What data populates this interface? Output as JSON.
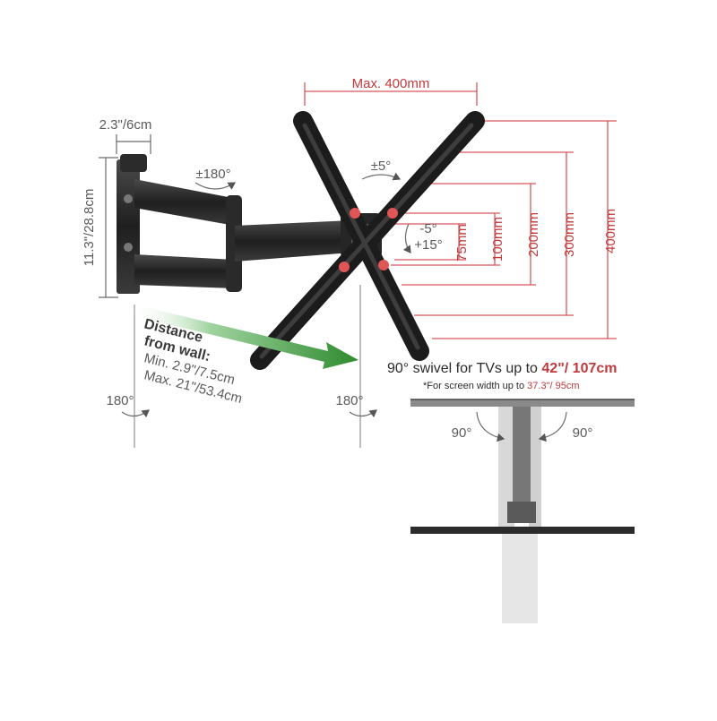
{
  "colors": {
    "red_dim": "#d8585a",
    "red_text": "#c0393b",
    "arrow_green": "#2e8b2e",
    "bracket_dark": "#2b2b2b"
  },
  "icons": [
    "rotate-arrow-icon",
    "green-direction-arrow-icon"
  ],
  "labels": {
    "max_width": "Max. 400mm",
    "plate_width": "2.3\"/6cm",
    "plate_height": "11.3\"/28.8cm",
    "swivel_arm": "±180°",
    "rotate": "±5°",
    "tilt_down": "-5°",
    "tilt_up": "+15°",
    "vesa_75": "75mm",
    "vesa_100": "100mm",
    "vesa_200": "200mm",
    "vesa_300": "300mm",
    "vesa_400": "400mm",
    "distance_title_1": "Distance",
    "distance_title_2": "from wall:",
    "distance_min": "Min. 2.9\"/7.5cm",
    "distance_max": "Max. 21\"/53.4cm",
    "wall_rotate": "180°",
    "head_rotate": "180°"
  },
  "swivel": {
    "title_prefix": "90° swivel for TVs up to ",
    "title_highlight": "42\"/ 107cm",
    "note_prefix": "*For screen width up to ",
    "note_highlight": "37.3\"/ 95cm",
    "left_angle": "90°",
    "right_angle": "90°"
  }
}
